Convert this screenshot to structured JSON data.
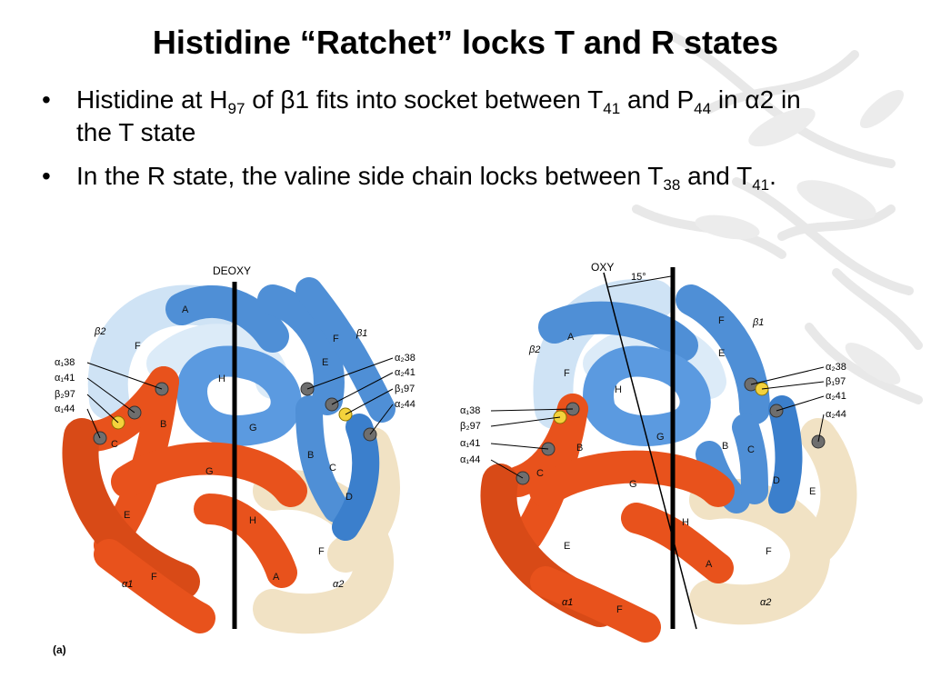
{
  "slide": {
    "title": "Histidine “Ratchet” locks T and R states",
    "bullet_glyph": "•",
    "bullets": [
      {
        "parts": {
          "t1": "Histidine at H",
          "s1": "97",
          "t2": " of ",
          "g1": "β",
          "t3": "1 fits into socket between T",
          "s2": "41",
          "t4": " and P",
          "s3": "44",
          "t5": " in ",
          "g2": "α",
          "t6": "2 in the T state"
        }
      },
      {
        "parts": {
          "t1": "In the R state, the valine side chain locks between T",
          "s1": "38",
          "t2": " and T",
          "s2": "41",
          "t3": "."
        }
      }
    ]
  },
  "figure": {
    "panel_label": "(a)",
    "deoxy": {
      "state_label": "DEOXY",
      "subunit_labels": {
        "alpha1": "α1",
        "alpha2": "α2",
        "beta1": "β1",
        "beta2": "β2"
      },
      "helix_labels": {
        "A_a1": "A",
        "B_a1": "B",
        "C_a1": "C",
        "E_a1": "E",
        "F_a1": "F",
        "G_a1": "G",
        "H_a1": "H",
        "A_b2": "A",
        "F_b2": "F",
        "H_b2": "H",
        "G_b2": "G",
        "B_b1": "B",
        "C_b1": "C",
        "D_b1": "D",
        "E_b1": "E",
        "F_b1": "F",
        "F_a2": "F"
      },
      "residue_labels_left": [
        "α₁38",
        "α₁41",
        "β₂97",
        "α₁44"
      ],
      "residue_labels_right": [
        "α₂38",
        "α₂41",
        "β₁97",
        "α₂44"
      ]
    },
    "oxy": {
      "state_label": "OXY",
      "angle_label": "15°",
      "subunit_labels": {
        "alpha1": "α1",
        "alpha2": "α2",
        "beta1": "β1",
        "beta2": "β2"
      },
      "helix_labels": {
        "A_b2": "A",
        "F_b2": "F",
        "H_b2": "H",
        "G_b2": "G",
        "B_a1": "B",
        "C_a1": "C",
        "G_a1": "G",
        "H_a1": "H",
        "E_a1": "E",
        "F_a1": "F",
        "A_a1": "A",
        "E_b1": "E",
        "F_b1": "F",
        "B_b1": "B",
        "C_b1": "C",
        "D_b1": "D",
        "E_a2": "E",
        "F_a2": "F"
      },
      "residue_labels_left": [
        "α₁38",
        "β₂97",
        "α₁41",
        "α₁44"
      ],
      "residue_labels_right": [
        "α₂38",
        "β₁97",
        "α₂41",
        "α₂44"
      ]
    },
    "colors": {
      "alpha1": "#e8521c",
      "alpha1_dark": "#b83a10",
      "beta1": "#4f8fd6",
      "beta1_dark": "#2f6cb4",
      "beta2": "#cfe3f5",
      "alpha2": "#f8ecd6",
      "residue": "#6e6e6e",
      "histidine": "#f4d23c"
    }
  }
}
